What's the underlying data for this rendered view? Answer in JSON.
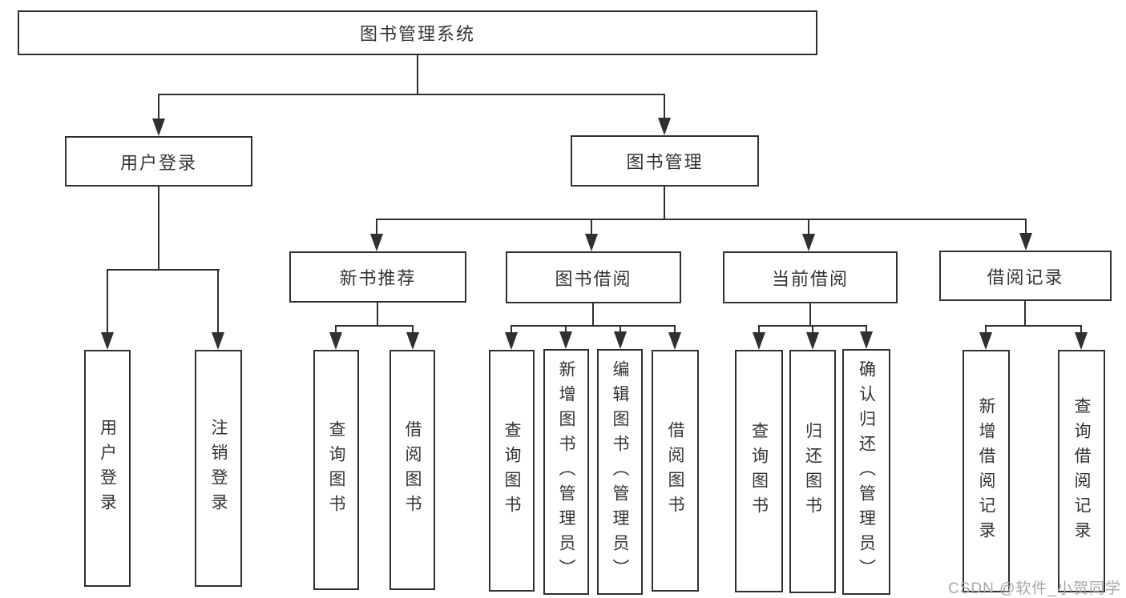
{
  "diagram": {
    "type": "hierarchy-tree",
    "root": {
      "label": "图书管理系统"
    },
    "level2": [
      {
        "label": "用户登录"
      },
      {
        "label": "图书管理"
      }
    ],
    "level3": [
      {
        "parent": "图书管理",
        "label": "新书推荐"
      },
      {
        "parent": "图书管理",
        "label": "图书借阅"
      },
      {
        "parent": "图书管理",
        "label": "当前借阅"
      },
      {
        "parent": "图书管理",
        "label": "借阅记录"
      }
    ],
    "leaves": [
      {
        "parent": "用户登录",
        "label": "用户登录"
      },
      {
        "parent": "用户登录",
        "label": "注销登录"
      },
      {
        "parent": "新书推荐",
        "label": "查询图书"
      },
      {
        "parent": "新书推荐",
        "label": "借阅图书"
      },
      {
        "parent": "图书借阅",
        "label": "查询图书"
      },
      {
        "parent": "图书借阅",
        "label": "新增图书（管理员）"
      },
      {
        "parent": "图书借阅",
        "label": "编辑图书（管理员）"
      },
      {
        "parent": "图书借阅",
        "label": "借阅图书"
      },
      {
        "parent": "当前借阅",
        "label": "查询图书"
      },
      {
        "parent": "当前借阅",
        "label": "归还图书"
      },
      {
        "parent": "当前借阅",
        "label": "确认归还（管理员）"
      },
      {
        "parent": "借阅记录",
        "label": "新增借阅记录"
      },
      {
        "parent": "借阅记录",
        "label": "查询借阅记录"
      }
    ],
    "watermark": "CSDN @软件_小贺同学",
    "colors": {
      "line": "#303030",
      "text": "#333333",
      "watermark": "#a8a8a8",
      "background": "#ffffff"
    }
  }
}
